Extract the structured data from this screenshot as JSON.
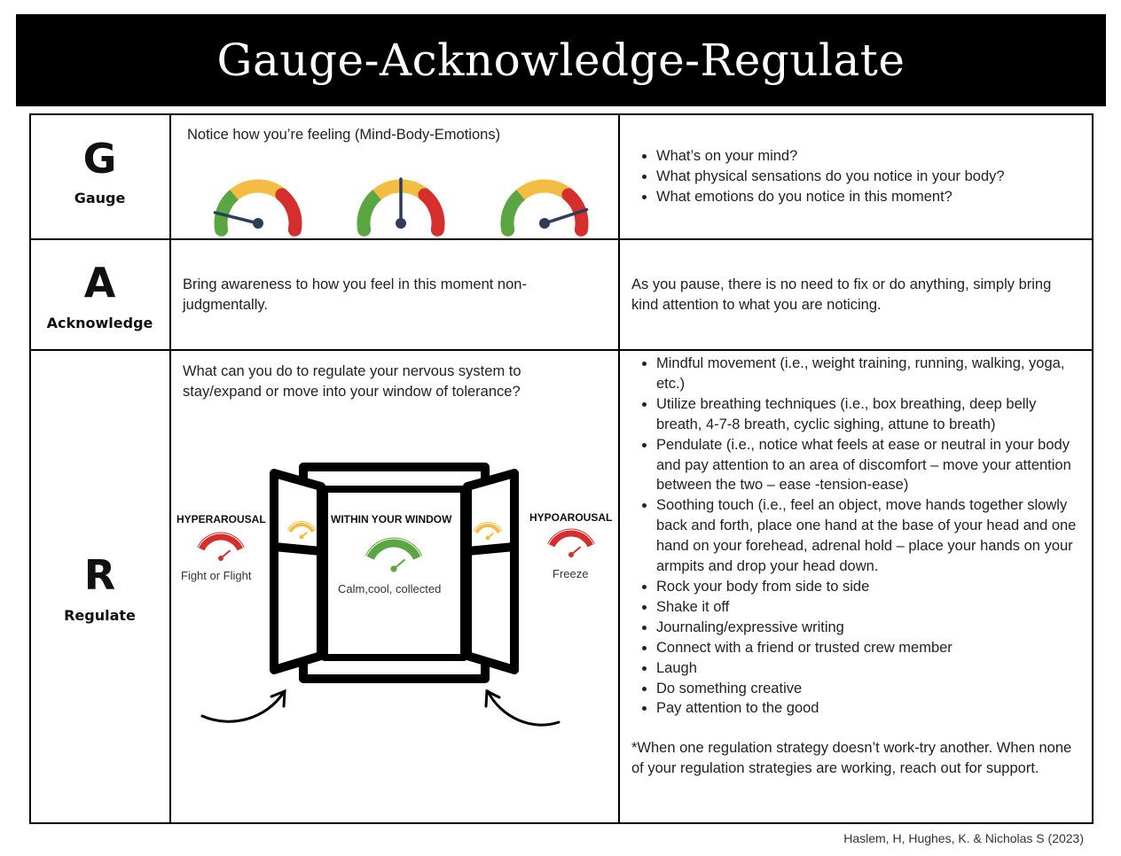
{
  "title": "Gauge-Acknowledge-Regulate",
  "rows": [
    {
      "letter": "G",
      "word": "Gauge",
      "middle": "Notice how you’re feeling (Mind-Body-Emotions)",
      "right_bullets": [
        "What’s on your mind?",
        "What physical sensations do you notice in your body?",
        "What emotions do you notice in this moment?"
      ]
    },
    {
      "letter": "A",
      "word": "Acknowledge",
      "middle": "Bring awareness to how you feel in this moment non-judgmentally.",
      "right": "As you pause, there is no need to fix or do anything, simply bring kind attention to what you are noticing."
    },
    {
      "letter": "R",
      "word": "Regulate",
      "middle": "What can you do to regulate your nervous system to stay/expand or move into your window of tolerance?",
      "right_bullets": [
        "Mindful movement (i.e., weight training, running, walking, yoga, etc.)",
        " Utilize breathing techniques (i.e., box breathing, deep belly breath, 4-7-8 breath, cyclic sighing, attune to breath)",
        "Pendulate (i.e., notice what feels at ease or neutral in your body and pay attention to an area of discomfort – move your attention between the two – ease -tension-ease)",
        "Soothing touch (i.e., feel an object, move hands together slowly back and forth, place one hand at the base of your head and one hand on your forehead, adrenal hold – place your hands on your armpits and drop your head down.",
        "Rock your body from side to side",
        "Shake it off",
        "Journaling/expressive writing",
        "Connect with a friend or trusted crew member",
        " Laugh",
        "Do something creative",
        " Pay attention to the good"
      ],
      "note": "*When one regulation strategy doesn’t work-try another. When none of your regulation strategies are working, reach out for support."
    }
  ],
  "gauge_values": [
    0.12,
    0.5,
    0.86
  ],
  "window": {
    "hyper_title": "HYPERAROUSAL",
    "hyper_label": "Fight or Flight",
    "within_title": "WITHIN YOUR WINDOW",
    "within_label": "Calm,cool, collected",
    "hypo_title": "HYPOAROUSAL",
    "hypo_label": "Freeze"
  },
  "colors": {
    "green": "#5aa642",
    "yellow": "#f2bd42",
    "red": "#d42f2c",
    "needle": "#2e3d58"
  },
  "citation": "Haslem, H, Hughes, K. & Nicholas S (2023)"
}
